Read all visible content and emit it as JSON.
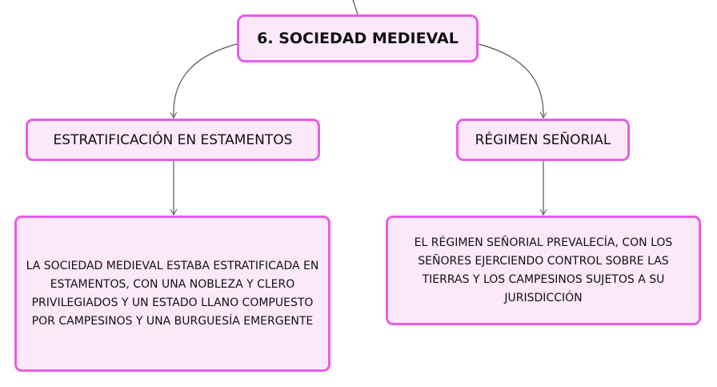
{
  "diagram": {
    "root": {
      "label": "6. SOCIEDAD MEDIEVAL"
    },
    "branches": [
      {
        "label": "ESTRATIFICACIÓN EN ESTAMENTOS",
        "detail": "LA SOCIEDAD MEDIEVAL ESTABA ESTRATIFICADA EN ESTAMENTOS, CON UNA NOBLEZA Y CLERO PRIVILEGIADOS Y UN ESTADO LLANO COMPUESTO POR CAMPESINOS Y UNA BURGUESÍA EMERGENTE"
      },
      {
        "label": "RÉGIMEN SEÑORIAL",
        "detail": "EL RÉGIMEN SEÑORIAL PREVALECÍA, CON LOS SEÑORES EJERCIENDO CONTROL SOBRE LAS TIERRAS Y LOS CAMPESINOS SUJETOS A SU JURISDICCIÓN"
      }
    ],
    "colors": {
      "node_fill": "#fbe8fb",
      "node_border": "#e65ee4",
      "connector": "#555555"
    }
  }
}
